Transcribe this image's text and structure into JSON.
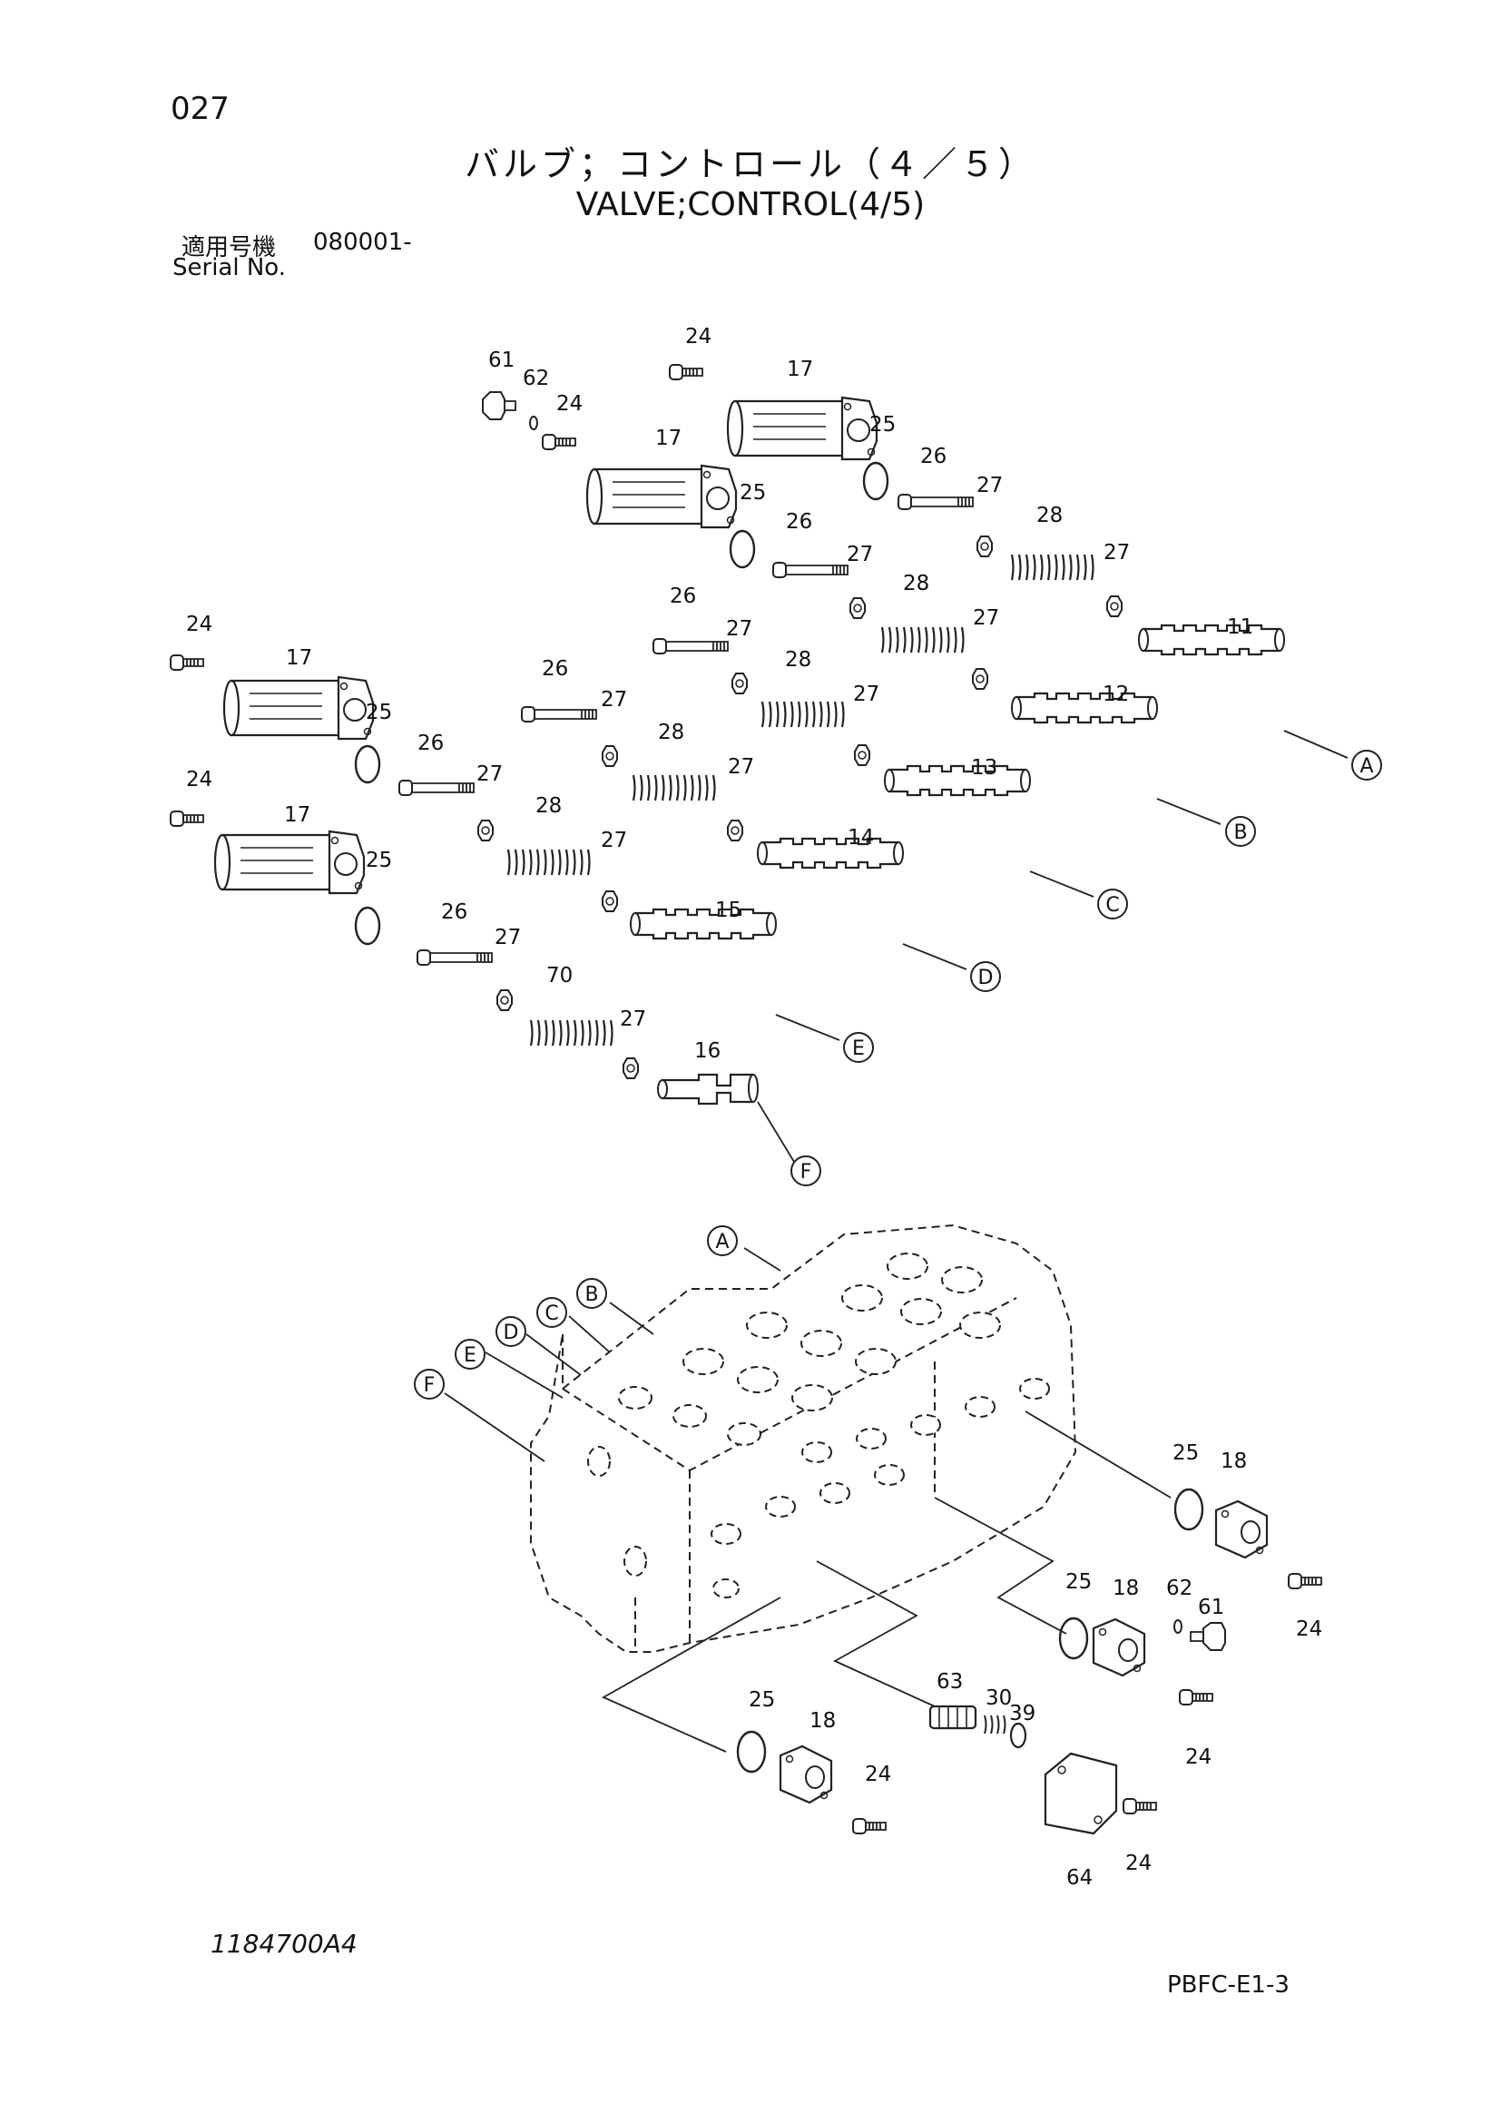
{
  "header": {
    "page_number": "027",
    "title_jp": "バルブ；コントロール（４／５）",
    "title_en": "VALVE;CONTROL(4/5)",
    "serial_label_jp": "適用号機",
    "serial_value": "080001-",
    "serial_label_en": "Serial No."
  },
  "footer": {
    "drawing_number": "1184700A4",
    "page_code": "PBFC-E1-3"
  },
  "callouts": {
    "c11": "11",
    "c12": "12",
    "c13": "13",
    "c14": "14",
    "c15": "15",
    "c16": "16",
    "c17": "17",
    "c18": "18",
    "c24": "24",
    "c25": "25",
    "c26": "26",
    "c27": "27",
    "c28": "28",
    "c30": "30",
    "c39": "39",
    "c61": "61",
    "c62": "62",
    "c63": "63",
    "c64": "64",
    "c70": "70"
  },
  "connectors": {
    "A": "A",
    "B": "B",
    "C": "C",
    "D": "D",
    "E": "E",
    "F": "F"
  }
}
